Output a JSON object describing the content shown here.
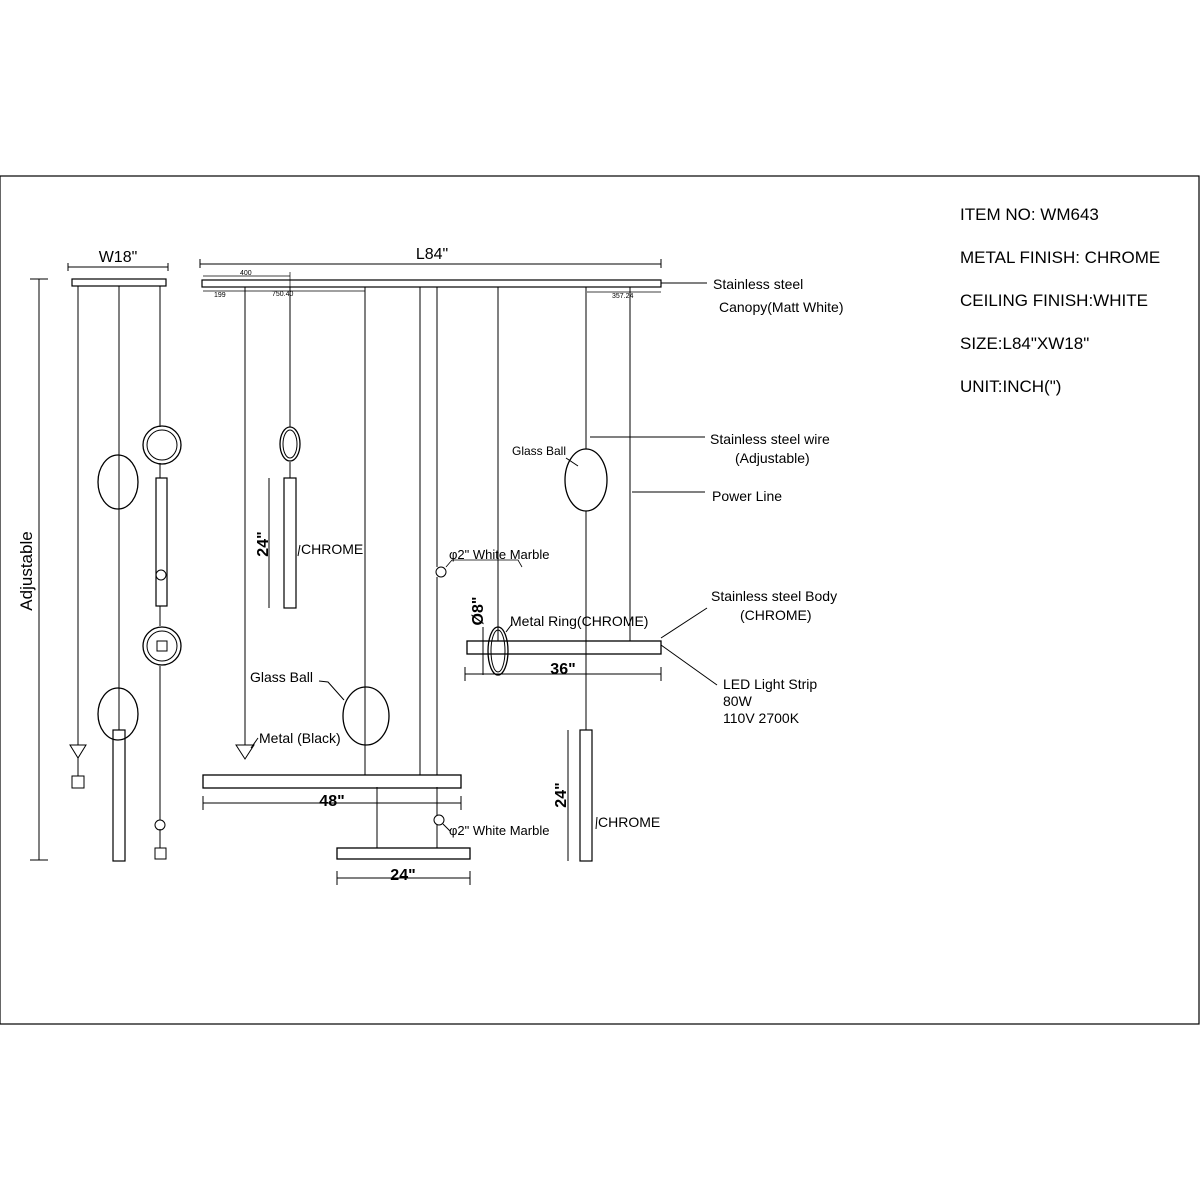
{
  "specs": {
    "item_no": "ITEM NO: WM643",
    "metal_finish": "METAL FINISH: CHROME",
    "ceiling_finish": "CEILING  FINISH:WHITE",
    "size": "SIZE:L84\"XW18\"",
    "unit": "UNIT:INCH(\")"
  },
  "dimensions": {
    "width": "W18\"",
    "length": "L84\"",
    "adjustable": "Adjustable",
    "d400": "400",
    "d199": "199",
    "d750": "750.40",
    "d357": "357.24",
    "pendant_height_1": "24\"",
    "pendant_height_2": "24\"",
    "ring_dia": "Ø8\"",
    "ring_36": "36\"",
    "ring_48": "48\"",
    "ring_24": "24\""
  },
  "callouts": {
    "canopy_line1": "Stainless steel",
    "canopy_line2": "Canopy(Matt White)",
    "wire_line1": "Stainless steel wire",
    "wire_line2": "(Adjustable)",
    "power_line": "Power  Line",
    "glass_ball_top": "Glass Ball",
    "glass_ball_left": "Glass Ball",
    "chrome_1": "CHROME",
    "chrome_2": "CHROME",
    "marble_1": "φ2\" White Marble",
    "marble_2": "φ2\" White Marble",
    "metal_ring": "Metal Ring(CHROME)",
    "body_line1": "Stainless steel Body",
    "body_line2": "(CHROME)",
    "led_line1": "LED Light Strip",
    "led_line2": "80W",
    "led_line3": "110V 2700K",
    "metal_black": "Metal (Black)"
  }
}
